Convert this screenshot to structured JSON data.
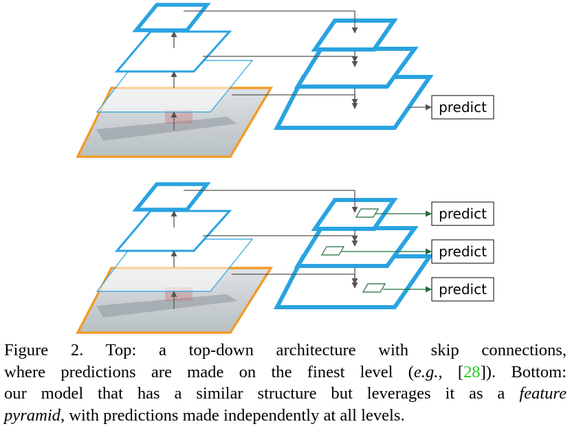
{
  "diagram": {
    "top": {
      "predict_labels": [
        "predict"
      ]
    },
    "bottom": {
      "predict_labels": [
        "predict",
        "predict",
        "predict"
      ]
    },
    "colors": {
      "pyramid_stroke": "#29a3e0",
      "image_border": "#f39c2a",
      "arrow": "#555555",
      "predict_arrow": "#1f6b3a"
    }
  },
  "caption": {
    "line1": "Figure 2. Top: a top-down architecture with skip connections,",
    "line2_a": "where predictions are made on the finest level (",
    "line2_eg": "e.g.",
    "line2_b": ", [",
    "line2_cite": "28",
    "line2_c": "]). Bottom:",
    "line3_a": "our model that has a similar structure but leverages it as a ",
    "line3_em": "feature",
    "line4_em": "pyramid",
    "line4_b": ", with predictions made independently at all levels."
  }
}
